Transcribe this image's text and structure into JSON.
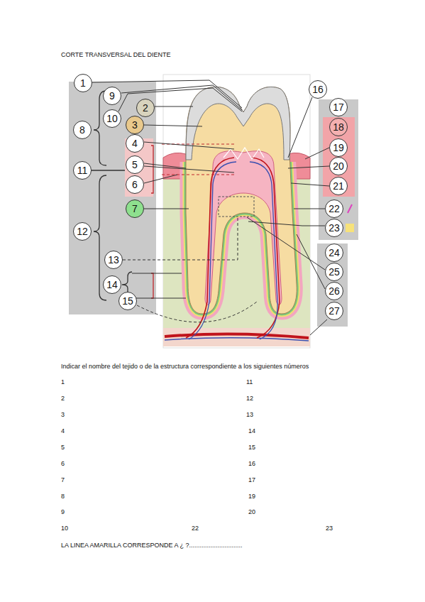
{
  "diagram": {
    "title": "CORTE TRANSVERSAL DEL DIENTE",
    "nodes": [
      {
        "text": [
          "1"
        ]
      },
      {
        "text": [
          "16"
        ]
      },
      {
        "text": [
          "9"
        ]
      },
      {
        "text": [
          "17"
        ]
      },
      {
        "text": [
          "2"
        ]
      },
      {
        "text": [
          "10"
        ]
      },
      {
        "text": [
          "3"
        ]
      },
      {
        "text": [
          "18"
        ]
      },
      {
        "text": [
          "8"
        ]
      },
      {
        "text": [
          "4"
        ]
      },
      {
        "text": [
          "19"
        ]
      },
      {
        "text": [
          "5"
        ]
      },
      {
        "text": [
          "20"
        ]
      },
      {
        "text": [
          "11"
        ]
      },
      {
        "text": [
          "6"
        ]
      },
      {
        "text": [
          "21"
        ]
      },
      {
        "text": [
          "7"
        ]
      },
      {
        "text": [
          "22"
        ]
      },
      {
        "text": [
          "23"
        ]
      },
      {
        "text": [
          "12"
        ]
      },
      {
        "text": [
          "24"
        ]
      },
      {
        "text": [
          "13"
        ]
      },
      {
        "text": [
          "25"
        ]
      },
      {
        "text": [
          "14"
        ]
      },
      {
        "text": [
          "26"
        ]
      },
      {
        "text": [
          "15"
        ]
      },
      {
        "text": [
          "27"
        ]
      }
    ],
    "labels": [
      "Indicar el nombre del tejido o de la estructura correspondiente a los siguientes números",
      "1",
      "11",
      "2",
      "12",
      "3",
      "13",
      "4",
      "14",
      "5",
      "15",
      "6",
      "16",
      "7",
      "17",
      "8",
      "19",
      "9",
      "20",
      "10",
      "22",
      "23",
      "LA LINEA AMARILLA CORRESPONDE A ¿ ?.............................."
    ]
  }
}
